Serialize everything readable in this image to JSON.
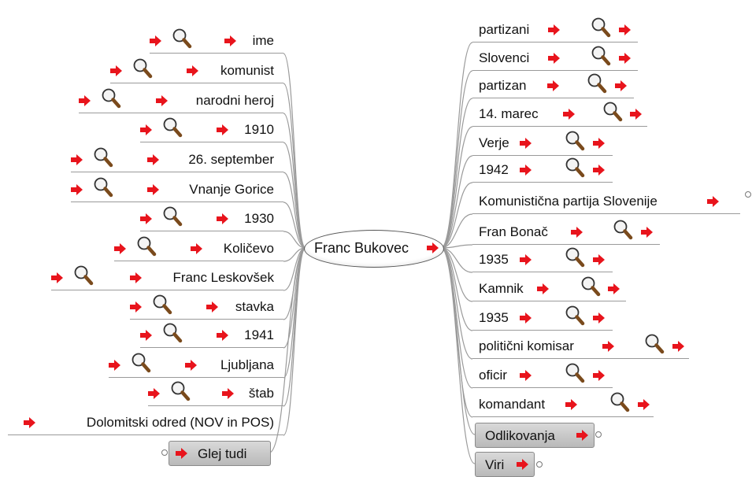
{
  "central_topic": "Franc Bukovec",
  "left_topics": [
    {
      "label": "ime"
    },
    {
      "label": "komunist"
    },
    {
      "label": "narodni heroj"
    },
    {
      "label": "1910"
    },
    {
      "label": "26. september"
    },
    {
      "label": "Vnanje Gorice"
    },
    {
      "label": "1930"
    },
    {
      "label": "Količevo"
    },
    {
      "label": "Franc Leskovšek"
    },
    {
      "label": "stavka"
    },
    {
      "label": "1941"
    },
    {
      "label": "Ljubljana"
    },
    {
      "label": "štab"
    },
    {
      "label": "Dolomitski odred (NOV in POS)"
    }
  ],
  "right_topics": [
    {
      "label": "partizani"
    },
    {
      "label": "Slovenci"
    },
    {
      "label": "partizan"
    },
    {
      "label": "14. marec"
    },
    {
      "label": "Verje"
    },
    {
      "label": "1942"
    },
    {
      "label": "Komunistična partija Slovenije"
    },
    {
      "label": "Fran Bonač"
    },
    {
      "label": "1935"
    },
    {
      "label": "Kamnik"
    },
    {
      "label": "1935"
    },
    {
      "label": "politični komisar"
    },
    {
      "label": "oficir"
    },
    {
      "label": "komandant"
    }
  ],
  "buttons": {
    "see_also": "Glej tudi",
    "awards": "Odlikovanja",
    "sources": "Viri"
  },
  "colors": {
    "arrow": "#e8141c",
    "line": "#9a9a9a",
    "button_bg": "#c8c8c8"
  },
  "icons": {
    "link": "red-arrow-icon",
    "search": "magnifier-icon"
  }
}
